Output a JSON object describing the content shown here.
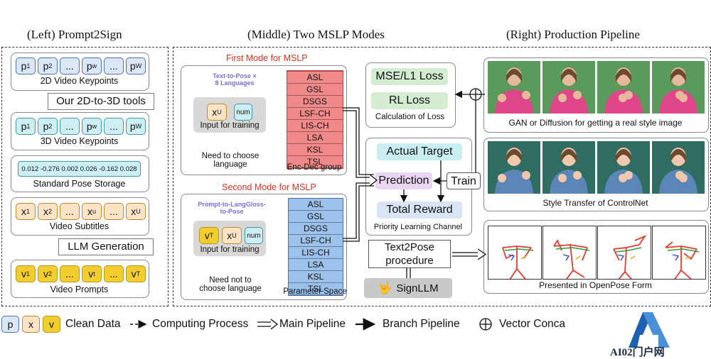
{
  "sections": {
    "left": "(Left) Prompt2Sign",
    "middle": "(Middle) Two MSLP Modes",
    "right": "(Right) Production Pipeline"
  },
  "left": {
    "row1": [
      "p",
      "p",
      "...",
      "p",
      "...",
      "p"
    ],
    "row1_subs": [
      "1",
      "2",
      "",
      "w",
      "",
      "W"
    ],
    "row1_label": "2D Video Keypoints",
    "tool1": "Our 2D-to-3D tools",
    "row2": [
      "p",
      "p",
      "...",
      "p",
      "...",
      "p"
    ],
    "row2_subs": [
      "1",
      "2",
      "",
      "w",
      "",
      "W"
    ],
    "row2_label": "3D Video Keypoints",
    "storage_values": "0.012 -0.276 0.002 0.026 -0.162 0.028",
    "storage_label": "Standard Pose Storage",
    "row3": [
      "x",
      "x",
      "...",
      "x",
      "...",
      "x"
    ],
    "row3_subs": [
      "1",
      "2",
      "",
      "u",
      "",
      "U"
    ],
    "row3_label": "Video Subtitles",
    "tool2": "LLM Generation",
    "row4": [
      "v",
      "v",
      "...",
      "v",
      "...",
      "v"
    ],
    "row4_subs": [
      "1",
      "2",
      "",
      "t",
      "",
      "T"
    ],
    "row4_label": "Video Prompts"
  },
  "middle": {
    "mode1": {
      "title": "First Mode for MSLP",
      "task": "Text-to-Pose ×\n8 Languages",
      "chip1": "x",
      "chip1_sub": "U",
      "chip2": "num",
      "input_label": "Input for training",
      "note": "Need to choose\nlanguage",
      "group_label": "Enc-Dec group"
    },
    "mode2": {
      "title": "Second Mode for MSLP",
      "task": "Prompt-to-LangGloss-\nto-Pose",
      "chip1": "v",
      "chip1_sub": "T",
      "chip2": "x",
      "chip2_sub": "U",
      "chip3": "num",
      "input_label": "Input for training",
      "note": "Need not to\nchoose language",
      "group_label": "Parameter Space"
    },
    "languages": [
      "ASL",
      "GSL",
      "DSGS",
      "LSF-CH",
      "LIS-CH",
      "LSA",
      "KSL",
      "TSL"
    ],
    "loss": {
      "mse": "MSE/L1 Loss",
      "rl": "RL Loss",
      "caption": "Calculation of Loss"
    },
    "plc": {
      "actual": "Actual Target",
      "prediction": "Prediction",
      "train": "Train",
      "reward": "Total Reward",
      "caption": "Priority Learning Channel"
    },
    "text2pose": "Text2Pose\nprocedure",
    "signllm": "SignLLM"
  },
  "right": {
    "gan_caption": "GAN or Diffusion for getting a real style image",
    "style_caption": "Style Transfer of ControlNet",
    "openpose_caption": "Presented in OpenPose Form"
  },
  "legend": {
    "chips": [
      "p",
      "x",
      "v"
    ],
    "clean": "Clean Data",
    "computing": "Computing Process",
    "main": "Main Pipeline",
    "branch": "Branch Pipeline",
    "concat": "Vector Conca"
  },
  "watermark": "AI02门户网",
  "colors": {
    "red_title": "#e0301e",
    "purple_text": "#7b6fd0",
    "green_panel": "#d4ecd2",
    "cyan_panel": "#c9eef1",
    "pink_pred": "#e9d6f2",
    "blue_reward": "#d9e5f6",
    "stack_red": "#f08a8a",
    "stack_blue": "#9cc2ec",
    "gan_bg": "#5a9a5a",
    "style_bg": "#2f6d62"
  }
}
